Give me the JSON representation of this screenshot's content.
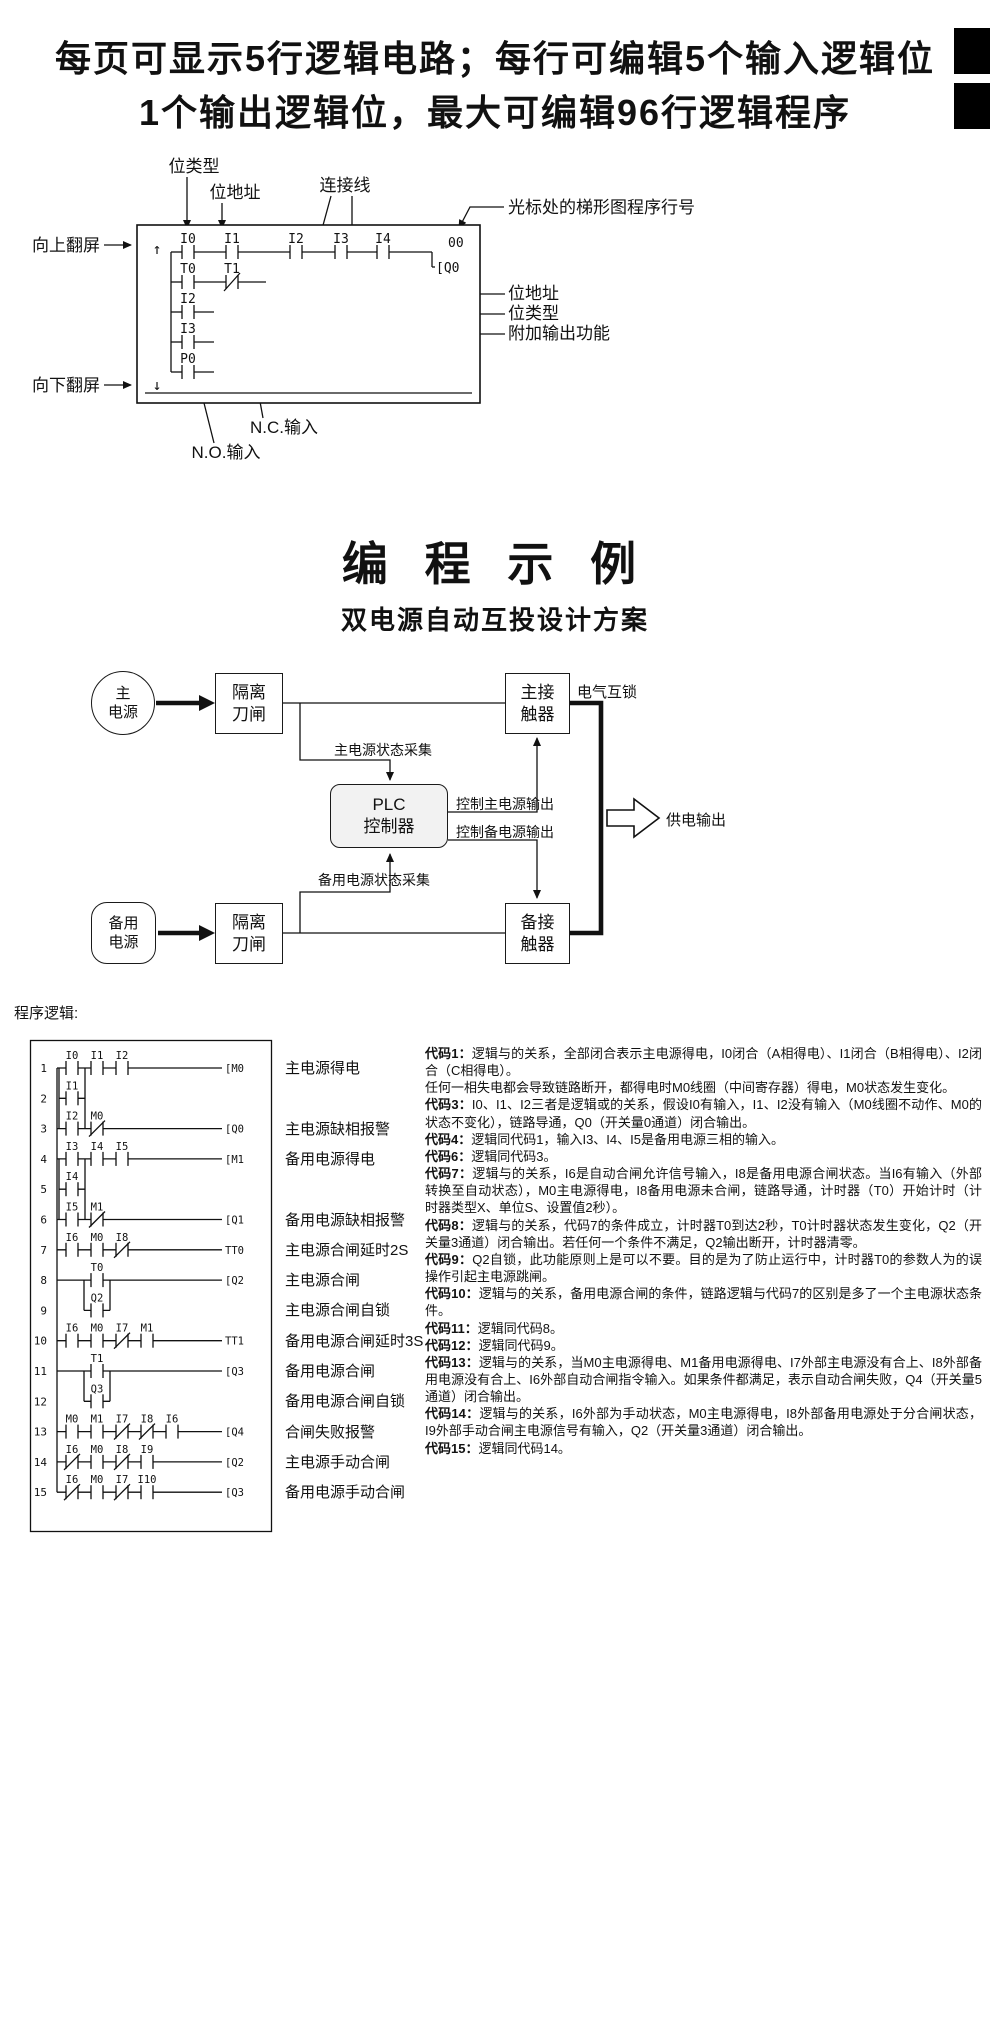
{
  "header": {
    "line1": "每页可显示5行逻辑电路；每行可编辑5个输入逻辑位",
    "line2": "1个输出逻辑位，最大可编辑96行逻辑程序"
  },
  "lcd": {
    "ann": {
      "bit_type": "位类型",
      "bit_addr": "位地址",
      "wire": "连接线",
      "cursor_row": "光标处的梯形图程序行号",
      "page_up": "向上翻屏",
      "page_down": "向下翻屏",
      "bit_addr_right": "位地址",
      "bit_type_right": "位类型",
      "extra_output": "附加输出功能",
      "nc_input": "N.C.输入",
      "no_input": "N.O.输入"
    },
    "screen": {
      "up_arrow": "↑",
      "down_arrow": "↓",
      "row1": [
        "I0",
        "I1",
        "I2",
        "I3",
        "I4"
      ],
      "line_no": "00",
      "coil": "[Q0",
      "row2": [
        "T0",
        "T1"
      ],
      "row3": "I2",
      "row4": "I3",
      "row5": "P0"
    }
  },
  "example": {
    "title": "编 程 示 例",
    "subtitle": "双电源自动互投设计方案",
    "blocks": {
      "main_power": "主\n电源",
      "isolator1": "隔离\n刀闸",
      "main_contactor": "主接\n触器",
      "plc": "PLC\n控制器",
      "backup_power": "备用\n电源",
      "isolator2": "隔离\n刀闸",
      "backup_contactor": "备接\n触器"
    },
    "labels": {
      "interlock": "电气互锁",
      "main_state": "主电源状态采集",
      "ctrl_main": "控制主电源输出",
      "ctrl_backup": "控制备电源输出",
      "backup_state": "备用电源状态采集",
      "output": "供电输出"
    }
  },
  "logic": {
    "heading": "程序逻辑:",
    "ladder": {
      "rungs": [
        {
          "no": 1,
          "contacts": [
            {
              "t": "I0",
              "p": 0
            },
            {
              "t": "I1",
              "p": 1
            },
            {
              "t": "I2",
              "p": 2
            }
          ],
          "out": "[M0",
          "desc": "主电源得电"
        },
        {
          "no": 2,
          "branch": true,
          "contacts": [
            {
              "t": "I1",
              "p": 0
            }
          ]
        },
        {
          "no": 3,
          "contacts": [
            {
              "t": "I2",
              "p": 0
            },
            {
              "t": "M0",
              "p": 1,
              "nc": true
            }
          ],
          "out": "[Q0",
          "desc": "主电源缺相报警"
        },
        {
          "no": 4,
          "contacts": [
            {
              "t": "I3",
              "p": 0
            },
            {
              "t": "I4",
              "p": 1
            },
            {
              "t": "I5",
              "p": 2
            }
          ],
          "out": "[M1",
          "desc": "备用电源得电"
        },
        {
          "no": 5,
          "branch": true,
          "contacts": [
            {
              "t": "I4",
              "p": 0
            }
          ]
        },
        {
          "no": 6,
          "contacts": [
            {
              "t": "I5",
              "p": 0
            },
            {
              "t": "M1",
              "p": 1,
              "nc": true
            }
          ],
          "out": "[Q1",
          "desc": "备用电源缺相报警"
        },
        {
          "no": 7,
          "contacts": [
            {
              "t": "I6",
              "p": 0
            },
            {
              "t": "M0",
              "p": 1
            },
            {
              "t": "I8",
              "p": 2,
              "nc": true
            }
          ],
          "out": "TT0",
          "desc": "主电源合闸延时2S"
        },
        {
          "no": 8,
          "contacts": [
            {
              "t": "T0",
              "p": 1
            }
          ],
          "out": "[Q2",
          "desc": "主电源合闸"
        },
        {
          "no": 9,
          "branch": true,
          "contacts": [
            {
              "t": "Q2",
              "p": 1
            }
          ],
          "desc": "主电源合闸自锁"
        },
        {
          "no": 10,
          "contacts": [
            {
              "t": "I6",
              "p": 0
            },
            {
              "t": "M0",
              "p": 1
            },
            {
              "t": "I7",
              "p": 2,
              "nc": true
            },
            {
              "t": "M1",
              "p": 3
            }
          ],
          "out": "TT1",
          "desc": "备用电源合闸延时3S"
        },
        {
          "no": 11,
          "contacts": [
            {
              "t": "T1",
              "p": 1
            }
          ],
          "out": "[Q3",
          "desc": "备用电源合闸"
        },
        {
          "no": 12,
          "branch": true,
          "contacts": [
            {
              "t": "Q3",
              "p": 1
            }
          ],
          "desc": "备用电源合闸自锁"
        },
        {
          "no": 13,
          "contacts": [
            {
              "t": "M0",
              "p": 0
            },
            {
              "t": "M1",
              "p": 1
            },
            {
              "t": "I7",
              "p": 2,
              "nc": true
            },
            {
              "t": "I8",
              "p": 3,
              "nc": true
            },
            {
              "t": "I6",
              "p": 4
            }
          ],
          "out": "[Q4",
          "desc": "合闸失败报警"
        },
        {
          "no": 14,
          "contacts": [
            {
              "t": "I6",
              "p": 0,
              "nc": true
            },
            {
              "t": "M0",
              "p": 1
            },
            {
              "t": "I8",
              "p": 2,
              "nc": true
            },
            {
              "t": "I9",
              "p": 3
            }
          ],
          "out": "[Q2",
          "desc": "主电源手动合闸"
        },
        {
          "no": 15,
          "contacts": [
            {
              "t": "I6",
              "p": 0,
              "nc": true
            },
            {
              "t": "M0",
              "p": 1
            },
            {
              "t": "I7",
              "p": 2,
              "nc": true
            },
            {
              "t": "I10",
              "p": 3
            }
          ],
          "out": "[Q3",
          "desc": "备用电源手动合闸"
        }
      ],
      "joins": [
        {
          "p": 0,
          "from": 1,
          "to": 3
        },
        {
          "p": 0,
          "from": 4,
          "to": 6
        },
        {
          "p": 1,
          "from": 8,
          "to": 9
        },
        {
          "p": 1,
          "from": 11,
          "to": 12
        }
      ]
    },
    "notes": [
      {
        "lead": "代码1：",
        "text": "逻辑与的关系，全部闭合表示主电源得电，I0闭合（A相得电）、I1闭合（B相得电）、I2闭合（C相得电）。"
      },
      {
        "lead": "",
        "text": "任何一相失电都会导致链路断开，都得电时M0线圈（中间寄存器）得电，M0状态发生变化。"
      },
      {
        "lead": "代码3：",
        "text": "I0、I1、I2三者是逻辑或的关系，假设I0有输入，I1、I2没有输入（M0线圈不动作、M0的状态不变化），链路导通，Q0（开关量0通道）闭合输出。"
      },
      {
        "lead": "代码4：",
        "text": "逻辑同代码1，输入I3、I4、I5是备用电源三相的输入。"
      },
      {
        "lead": "代码6：",
        "text": "逻辑同代码3。"
      },
      {
        "lead": "代码7：",
        "text": "逻辑与的关系，I6是自动合闸允许信号输入，I8是备用电源合闸状态。当I6有输入（外部转换至自动状态），M0主电源得电，I8备用电源未合闸，链路导通，计时器（T0）开始计时（计时器类型X、单位S、设置值2秒）。"
      },
      {
        "lead": "代码8：",
        "text": "逻辑与的关系，代码7的条件成立，计时器T0到达2秒，T0计时器状态发生变化，Q2（开关量3通道）闭合输出。若任何一个条件不满足，Q2输出断开，计时器清零。"
      },
      {
        "lead": "代码9：",
        "text": "Q2自锁，此功能原则上是可以不要。目的是为了防止运行中，计时器T0的参数人为的误操作引起主电源跳闸。"
      },
      {
        "lead": "代码10：",
        "text": "逻辑与的关系，备用电源合闸的条件，链路逻辑与代码7的区别是多了一个主电源状态条件。"
      },
      {
        "lead": "代码11：",
        "text": "逻辑同代码8。"
      },
      {
        "lead": "代码12：",
        "text": "逻辑同代码9。"
      },
      {
        "lead": "代码13：",
        "text": "逻辑与的关系，当M0主电源得电、M1备用电源得电、I7外部主电源没有合上、I8外部备用电源没有合上、I6外部自动合闸指令输入。如果条件都满足，表示自动合闸失败，Q4（开关量5通道）闭合输出。"
      },
      {
        "lead": "代码14：",
        "text": "逻辑与的关系，I6外部为手动状态，M0主电源得电，I8外部备用电源处于分合闸状态，I9外部手动合闸主电源信号有输入，Q2（开关量3通道）闭合输出。"
      },
      {
        "lead": "代码15：",
        "text": "逻辑同代码14。"
      }
    ]
  }
}
